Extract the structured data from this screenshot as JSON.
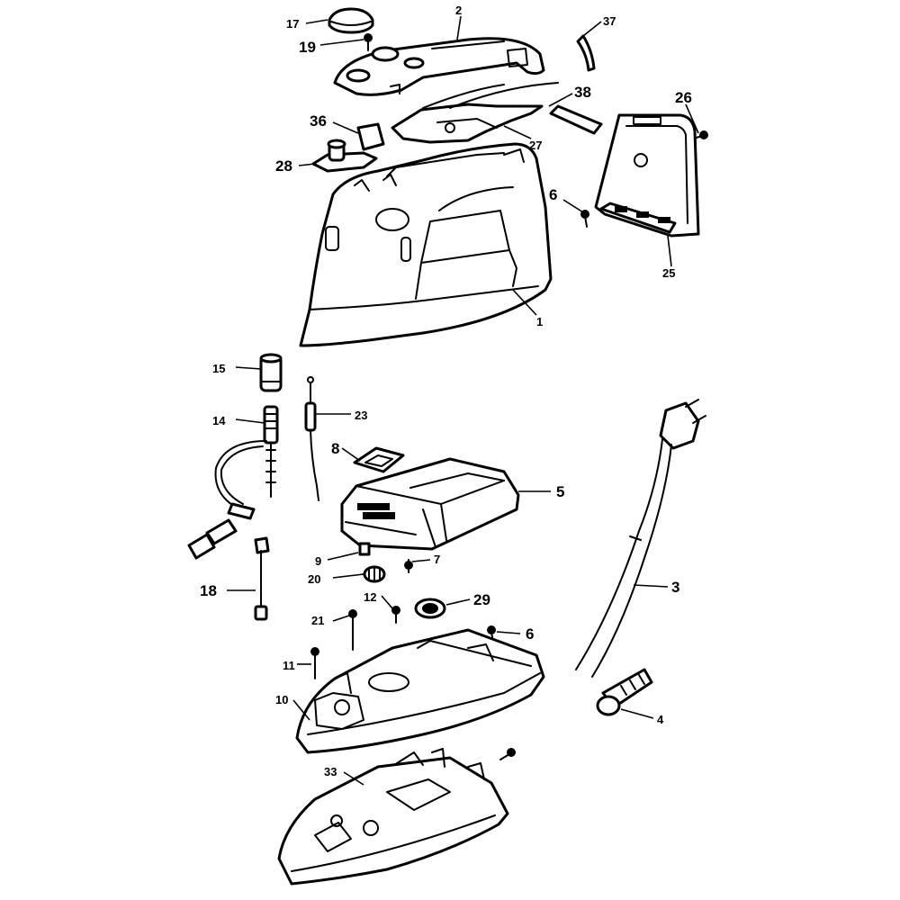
{
  "callouts": [
    {
      "id": "1",
      "text": "1"
    },
    {
      "id": "2",
      "text": "2"
    },
    {
      "id": "3",
      "text": "3"
    },
    {
      "id": "4",
      "text": "4"
    },
    {
      "id": "5",
      "text": "5"
    },
    {
      "id": "6a",
      "text": "6"
    },
    {
      "id": "6b",
      "text": "6"
    },
    {
      "id": "7",
      "text": "7"
    },
    {
      "id": "8",
      "text": "8"
    },
    {
      "id": "9",
      "text": "9"
    },
    {
      "id": "10",
      "text": "10"
    },
    {
      "id": "11",
      "text": "11"
    },
    {
      "id": "12",
      "text": "12"
    },
    {
      "id": "14",
      "text": "14"
    },
    {
      "id": "15",
      "text": "15"
    },
    {
      "id": "17",
      "text": "17"
    },
    {
      "id": "18",
      "text": "18"
    },
    {
      "id": "19",
      "text": "19"
    },
    {
      "id": "20",
      "text": "20"
    },
    {
      "id": "21",
      "text": "21"
    },
    {
      "id": "23",
      "text": "23"
    },
    {
      "id": "25",
      "text": "25"
    },
    {
      "id": "26",
      "text": "26"
    },
    {
      "id": "27",
      "text": "27"
    },
    {
      "id": "28",
      "text": "28"
    },
    {
      "id": "29",
      "text": "29"
    },
    {
      "id": "33",
      "text": "33"
    },
    {
      "id": "36",
      "text": "36"
    },
    {
      "id": "37",
      "text": "37"
    },
    {
      "id": "38",
      "text": "38"
    }
  ]
}
